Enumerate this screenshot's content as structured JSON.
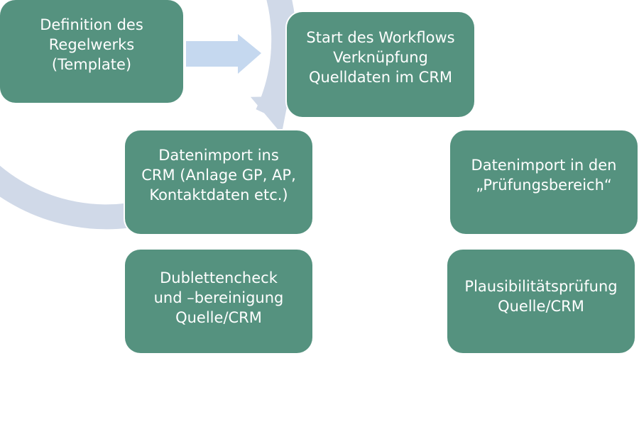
{
  "diagram": {
    "type": "cycle-workflow",
    "colors": {
      "box_fill": "#55927f",
      "box_text": "#ffffff",
      "cycle_ring": "#d0d9e8",
      "entry_arrow": "#c5d8ef",
      "background": "#ffffff"
    },
    "entry": {
      "label": "Definition des\nRegelwerks\n(Template)",
      "arrow_target": "Start des Workflows"
    },
    "steps": [
      {
        "label": "Start des Workflows\nVerknüpfung\nQuelldaten im CRM"
      },
      {
        "label": "Datenimport in den\n„Prüfungsbereich“"
      },
      {
        "label": "Plausibilitätsprüfung\nQuelle/CRM"
      },
      {
        "label": "Dublettencheck\nund –bereinigung\nQuelle/CRM"
      },
      {
        "label": "Datenimport ins\nCRM (Anlage GP, AP,\nKontaktdaten etc.)"
      }
    ],
    "cycle_direction": "clockwise"
  }
}
